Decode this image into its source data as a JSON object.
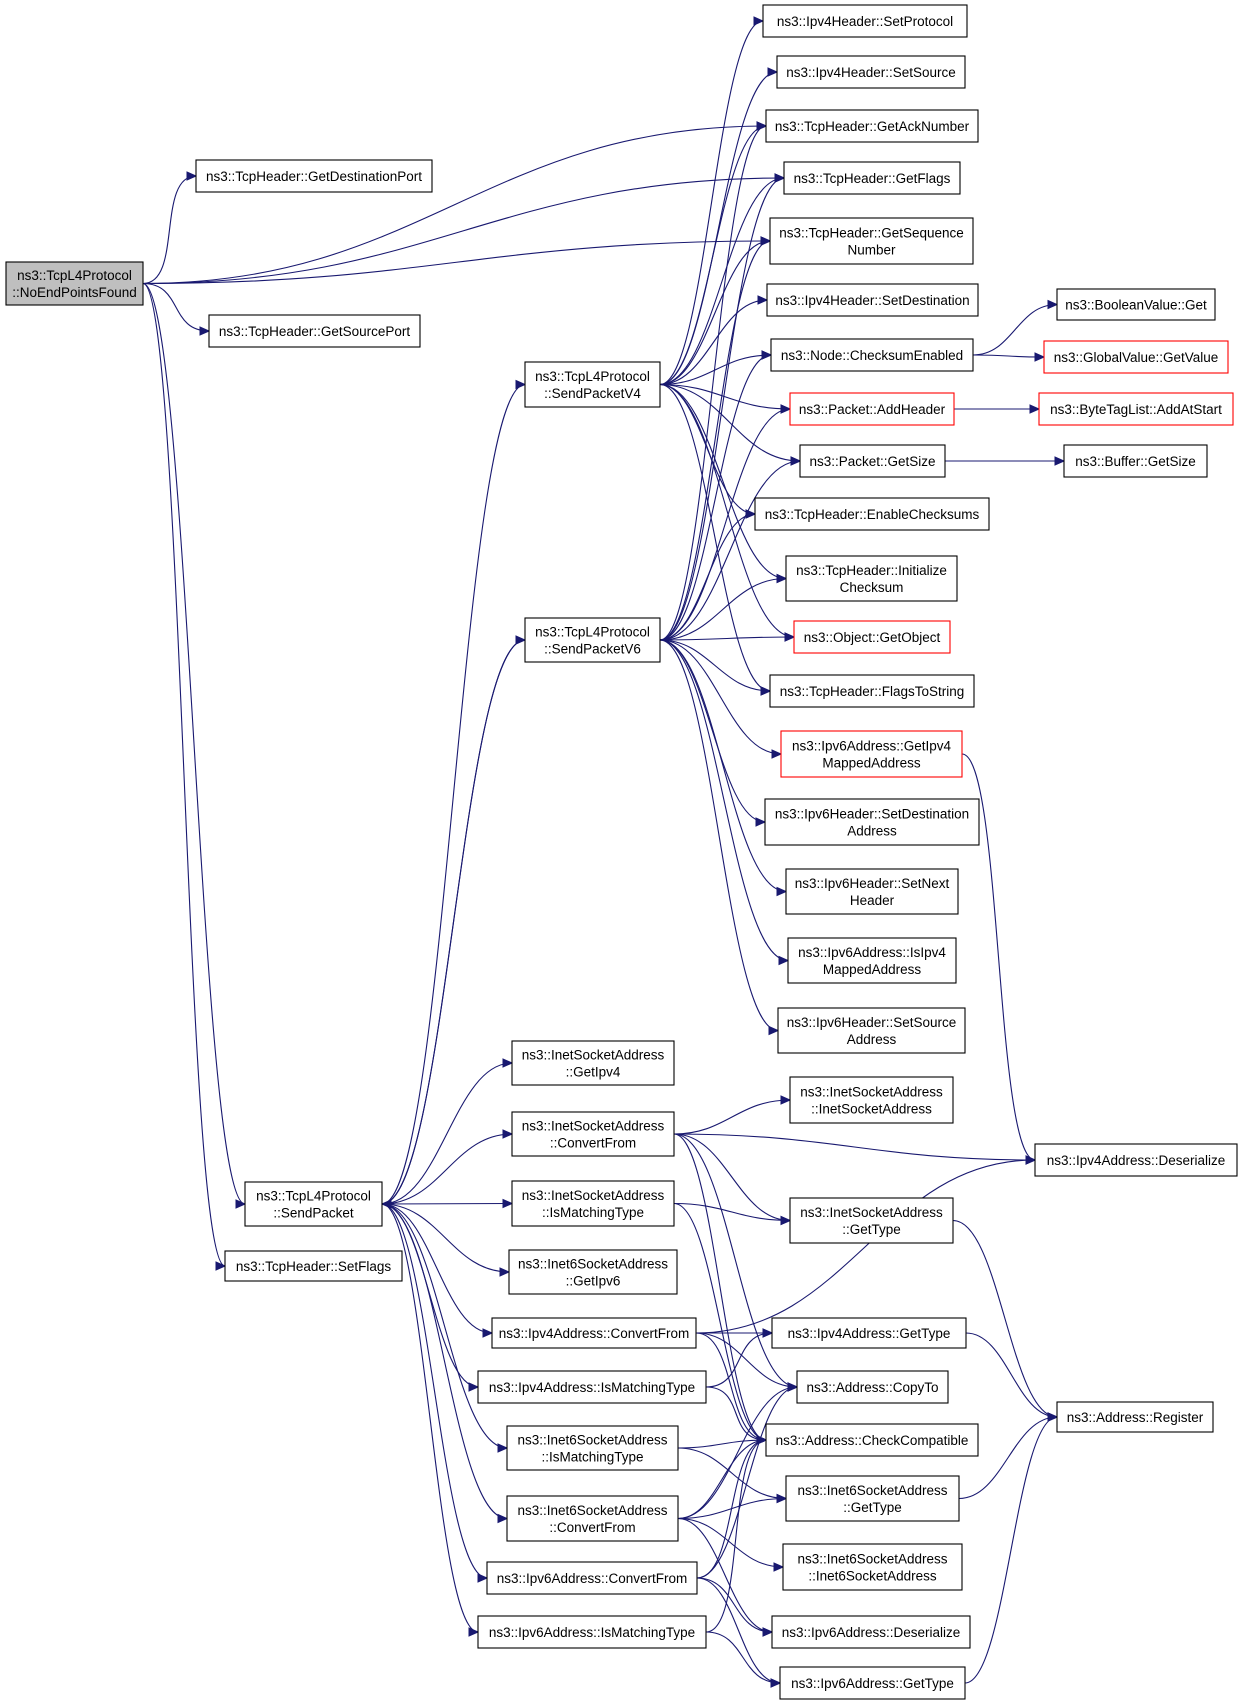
{
  "graph": {
    "colors": {
      "edge": "#191970",
      "box_border_default": "#000000",
      "box_border_undocumented": "#ff0000",
      "root_fill": "#bfbfbf",
      "box_fill": "#ffffff"
    },
    "nodes": [
      {
        "id": "root",
        "lines": [
          "ns3::TcpL4Protocol",
          "::NoEndPointsFound"
        ],
        "style": "root"
      },
      {
        "id": "getDestPort",
        "lines": [
          "ns3::TcpHeader::GetDestinationPort"
        ],
        "style": "normal"
      },
      {
        "id": "getSrcPort",
        "lines": [
          "ns3::TcpHeader::GetSourcePort"
        ],
        "style": "normal"
      },
      {
        "id": "setFlags",
        "lines": [
          "ns3::TcpHeader::SetFlags"
        ],
        "style": "normal"
      },
      {
        "id": "sendV4",
        "lines": [
          "ns3::TcpL4Protocol",
          "::SendPacketV4"
        ],
        "style": "normal"
      },
      {
        "id": "sendV6",
        "lines": [
          "ns3::TcpL4Protocol",
          "::SendPacketV6"
        ],
        "style": "normal"
      },
      {
        "id": "sendPacket",
        "lines": [
          "ns3::TcpL4Protocol",
          "::SendPacket"
        ],
        "style": "normal"
      },
      {
        "id": "ipv4SetProtocol",
        "lines": [
          "ns3::Ipv4Header::SetProtocol"
        ],
        "style": "normal"
      },
      {
        "id": "ipv4SetSource",
        "lines": [
          "ns3::Ipv4Header::SetSource"
        ],
        "style": "normal"
      },
      {
        "id": "getAck",
        "lines": [
          "ns3::TcpHeader::GetAckNumber"
        ],
        "style": "normal"
      },
      {
        "id": "getFlags",
        "lines": [
          "ns3::TcpHeader::GetFlags"
        ],
        "style": "normal"
      },
      {
        "id": "getSeq",
        "lines": [
          "ns3::TcpHeader::GetSequence",
          "Number"
        ],
        "style": "normal"
      },
      {
        "id": "ipv4SetDest",
        "lines": [
          "ns3::Ipv4Header::SetDestination"
        ],
        "style": "normal"
      },
      {
        "id": "checksumEnabled",
        "lines": [
          "ns3::Node::ChecksumEnabled"
        ],
        "style": "normal"
      },
      {
        "id": "addHeader",
        "lines": [
          "ns3::Packet::AddHeader"
        ],
        "style": "red"
      },
      {
        "id": "packetGetSize",
        "lines": [
          "ns3::Packet::GetSize"
        ],
        "style": "normal"
      },
      {
        "id": "enableChecksums",
        "lines": [
          "ns3::TcpHeader::EnableChecksums"
        ],
        "style": "normal"
      },
      {
        "id": "initChecksum",
        "lines": [
          "ns3::TcpHeader::Initialize",
          "Checksum"
        ],
        "style": "normal"
      },
      {
        "id": "getObject",
        "lines": [
          "ns3::Object::GetObject"
        ],
        "style": "red"
      },
      {
        "id": "flagsToString",
        "lines": [
          "ns3::TcpHeader::FlagsToString"
        ],
        "style": "normal"
      },
      {
        "id": "getIpv4Mapped",
        "lines": [
          "ns3::Ipv6Address::GetIpv4",
          "MappedAddress"
        ],
        "style": "red"
      },
      {
        "id": "ipv6SetDest",
        "lines": [
          "ns3::Ipv6Header::SetDestination",
          "Address"
        ],
        "style": "normal"
      },
      {
        "id": "ipv6SetNext",
        "lines": [
          "ns3::Ipv6Header::SetNext",
          "Header"
        ],
        "style": "normal"
      },
      {
        "id": "isIpv4Mapped",
        "lines": [
          "ns3::Ipv6Address::IsIpv4",
          "MappedAddress"
        ],
        "style": "normal"
      },
      {
        "id": "ipv6SetSource",
        "lines": [
          "ns3::Ipv6Header::SetSource",
          "Address"
        ],
        "style": "normal"
      },
      {
        "id": "boolGet",
        "lines": [
          "ns3::BooleanValue::Get"
        ],
        "style": "normal"
      },
      {
        "id": "globalGetValue",
        "lines": [
          "ns3::GlobalValue::GetValue"
        ],
        "style": "red"
      },
      {
        "id": "byteTagAddAtStart",
        "lines": [
          "ns3::ByteTagList::AddAtStart"
        ],
        "style": "red"
      },
      {
        "id": "bufferGetSize",
        "lines": [
          "ns3::Buffer::GetSize"
        ],
        "style": "normal"
      },
      {
        "id": "inetGetIpv4",
        "lines": [
          "ns3::InetSocketAddress",
          "::GetIpv4"
        ],
        "style": "normal"
      },
      {
        "id": "inetConvertFrom",
        "lines": [
          "ns3::InetSocketAddress",
          "::ConvertFrom"
        ],
        "style": "normal"
      },
      {
        "id": "inetIsMatching",
        "lines": [
          "ns3::InetSocketAddress",
          "::IsMatchingType"
        ],
        "style": "normal"
      },
      {
        "id": "inet6GetIpv6",
        "lines": [
          "ns3::Inet6SocketAddress",
          "::GetIpv6"
        ],
        "style": "normal"
      },
      {
        "id": "ipv4ConvertFrom",
        "lines": [
          "ns3::Ipv4Address::ConvertFrom"
        ],
        "style": "normal"
      },
      {
        "id": "ipv4IsMatching",
        "lines": [
          "ns3::Ipv4Address::IsMatchingType"
        ],
        "style": "normal"
      },
      {
        "id": "inet6IsMatching",
        "lines": [
          "ns3::Inet6SocketAddress",
          "::IsMatchingType"
        ],
        "style": "normal"
      },
      {
        "id": "inet6ConvertFrom",
        "lines": [
          "ns3::Inet6SocketAddress",
          "::ConvertFrom"
        ],
        "style": "normal"
      },
      {
        "id": "ipv6ConvertFrom",
        "lines": [
          "ns3::Ipv6Address::ConvertFrom"
        ],
        "style": "normal"
      },
      {
        "id": "ipv6IsMatching",
        "lines": [
          "ns3::Ipv6Address::IsMatchingType"
        ],
        "style": "normal"
      },
      {
        "id": "inetCtor",
        "lines": [
          "ns3::InetSocketAddress",
          "::InetSocketAddress"
        ],
        "style": "normal"
      },
      {
        "id": "ipv4Deserialize",
        "lines": [
          "ns3::Ipv4Address::Deserialize"
        ],
        "style": "normal"
      },
      {
        "id": "inetGetType",
        "lines": [
          "ns3::InetSocketAddress",
          "::GetType"
        ],
        "style": "normal"
      },
      {
        "id": "ipv4GetType",
        "lines": [
          "ns3::Ipv4Address::GetType"
        ],
        "style": "normal"
      },
      {
        "id": "addrCopyTo",
        "lines": [
          "ns3::Address::CopyTo"
        ],
        "style": "normal"
      },
      {
        "id": "addrCheckCompat",
        "lines": [
          "ns3::Address::CheckCompatible"
        ],
        "style": "normal"
      },
      {
        "id": "addrRegister",
        "lines": [
          "ns3::Address::Register"
        ],
        "style": "normal"
      },
      {
        "id": "inet6GetType",
        "lines": [
          "ns3::Inet6SocketAddress",
          "::GetType"
        ],
        "style": "normal"
      },
      {
        "id": "inet6Ctor",
        "lines": [
          "ns3::Inet6SocketAddress",
          "::Inet6SocketAddress"
        ],
        "style": "normal"
      },
      {
        "id": "ipv6Deserialize",
        "lines": [
          "ns3::Ipv6Address::Deserialize"
        ],
        "style": "normal"
      },
      {
        "id": "ipv6GetType",
        "lines": [
          "ns3::Ipv6Address::GetType"
        ],
        "style": "normal"
      }
    ],
    "edges": [
      [
        "root",
        "getAck"
      ],
      [
        "root",
        "getDestPort"
      ],
      [
        "root",
        "getFlags"
      ],
      [
        "root",
        "getSeq"
      ],
      [
        "root",
        "getSrcPort"
      ],
      [
        "root",
        "sendPacket"
      ],
      [
        "root",
        "setFlags"
      ],
      [
        "sendPacket",
        "sendV4"
      ],
      [
        "sendPacket",
        "sendV6"
      ],
      [
        "sendPacket",
        "inetGetIpv4"
      ],
      [
        "sendPacket",
        "inetConvertFrom"
      ],
      [
        "sendPacket",
        "inetIsMatching"
      ],
      [
        "sendPacket",
        "inet6GetIpv6"
      ],
      [
        "sendPacket",
        "ipv4ConvertFrom"
      ],
      [
        "sendPacket",
        "ipv4IsMatching"
      ],
      [
        "sendPacket",
        "inet6IsMatching"
      ],
      [
        "sendPacket",
        "inet6ConvertFrom"
      ],
      [
        "sendPacket",
        "ipv6ConvertFrom"
      ],
      [
        "sendPacket",
        "ipv6IsMatching"
      ],
      [
        "sendV4",
        "ipv4SetProtocol"
      ],
      [
        "sendV4",
        "ipv4SetSource"
      ],
      [
        "sendV4",
        "getAck"
      ],
      [
        "sendV4",
        "getFlags"
      ],
      [
        "sendV4",
        "getSeq"
      ],
      [
        "sendV4",
        "ipv4SetDest"
      ],
      [
        "sendV4",
        "checksumEnabled"
      ],
      [
        "sendV4",
        "addHeader"
      ],
      [
        "sendV4",
        "packetGetSize"
      ],
      [
        "sendV4",
        "enableChecksums"
      ],
      [
        "sendV4",
        "initChecksum"
      ],
      [
        "sendV4",
        "getObject"
      ],
      [
        "sendV4",
        "flagsToString"
      ],
      [
        "sendV6",
        "sendPacket"
      ],
      [
        "sendV6",
        "getAck"
      ],
      [
        "sendV6",
        "getFlags"
      ],
      [
        "sendV6",
        "getSeq"
      ],
      [
        "sendV6",
        "checksumEnabled"
      ],
      [
        "sendV6",
        "addHeader"
      ],
      [
        "sendV6",
        "packetGetSize"
      ],
      [
        "sendV6",
        "enableChecksums"
      ],
      [
        "sendV6",
        "initChecksum"
      ],
      [
        "sendV6",
        "getObject"
      ],
      [
        "sendV6",
        "flagsToString"
      ],
      [
        "sendV6",
        "getIpv4Mapped"
      ],
      [
        "sendV6",
        "ipv6SetDest"
      ],
      [
        "sendV6",
        "ipv6SetNext"
      ],
      [
        "sendV6",
        "isIpv4Mapped"
      ],
      [
        "sendV6",
        "ipv6SetSource"
      ],
      [
        "checksumEnabled",
        "boolGet"
      ],
      [
        "checksumEnabled",
        "globalGetValue"
      ],
      [
        "addHeader",
        "byteTagAddAtStart"
      ],
      [
        "packetGetSize",
        "bufferGetSize"
      ],
      [
        "getIpv4Mapped",
        "ipv4Deserialize"
      ],
      [
        "inetConvertFrom",
        "inetCtor"
      ],
      [
        "inetConvertFrom",
        "ipv4Deserialize"
      ],
      [
        "inetConvertFrom",
        "inetGetType"
      ],
      [
        "inetConvertFrom",
        "addrCheckCompat"
      ],
      [
        "inetConvertFrom",
        "addrCopyTo"
      ],
      [
        "inetIsMatching",
        "inetGetType"
      ],
      [
        "inetIsMatching",
        "addrCheckCompat"
      ],
      [
        "inetGetType",
        "addrRegister"
      ],
      [
        "ipv4ConvertFrom",
        "ipv4Deserialize"
      ],
      [
        "ipv4ConvertFrom",
        "ipv4GetType"
      ],
      [
        "ipv4ConvertFrom",
        "addrCopyTo"
      ],
      [
        "ipv4ConvertFrom",
        "addrCheckCompat"
      ],
      [
        "ipv4IsMatching",
        "ipv4GetType"
      ],
      [
        "ipv4IsMatching",
        "addrCheckCompat"
      ],
      [
        "ipv4GetType",
        "addrRegister"
      ],
      [
        "inet6IsMatching",
        "addrCheckCompat"
      ],
      [
        "inet6IsMatching",
        "inet6GetType"
      ],
      [
        "inet6GetType",
        "addrRegister"
      ],
      [
        "inet6ConvertFrom",
        "addrCopyTo"
      ],
      [
        "inet6ConvertFrom",
        "addrCheckCompat"
      ],
      [
        "inet6ConvertFrom",
        "inet6GetType"
      ],
      [
        "inet6ConvertFrom",
        "inet6Ctor"
      ],
      [
        "inet6ConvertFrom",
        "ipv6Deserialize"
      ],
      [
        "ipv6ConvertFrom",
        "addrCopyTo"
      ],
      [
        "ipv6ConvertFrom",
        "addrCheckCompat"
      ],
      [
        "ipv6ConvertFrom",
        "ipv6Deserialize"
      ],
      [
        "ipv6ConvertFrom",
        "ipv6GetType"
      ],
      [
        "ipv6IsMatching",
        "addrCheckCompat"
      ],
      [
        "ipv6IsMatching",
        "ipv6GetType"
      ],
      [
        "ipv6GetType",
        "addrRegister"
      ]
    ]
  }
}
